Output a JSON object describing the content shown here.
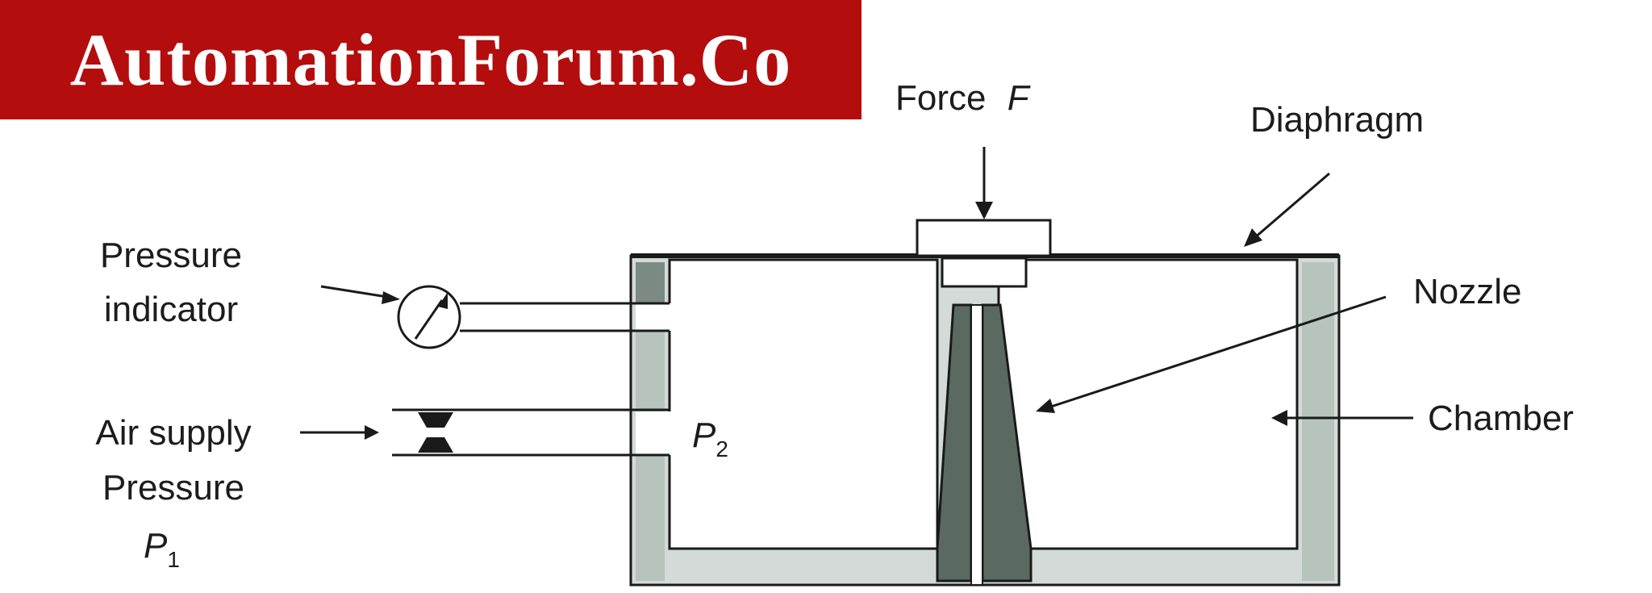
{
  "banner": {
    "text": "AutomationForum.Co"
  },
  "labels": {
    "force": {
      "text": "Force",
      "symbol": "F"
    },
    "diaphragm": "Diaphragm",
    "pressure_indicator": [
      "Pressure",
      "indicator"
    ],
    "nozzle": "Nozzle",
    "chamber": "Chamber",
    "air_supply": [
      "Air supply",
      "Pressure"
    ],
    "p1": {
      "symbol": "P",
      "sub": "1"
    },
    "p2": {
      "symbol": "P",
      "sub": "2"
    }
  },
  "colors": {
    "banner": "#b40d0d",
    "wall_fill": "#d3dad7",
    "nozzle_fill": "#5a6a63",
    "line": "#1a1a1a",
    "text": "#1c1c1c"
  }
}
